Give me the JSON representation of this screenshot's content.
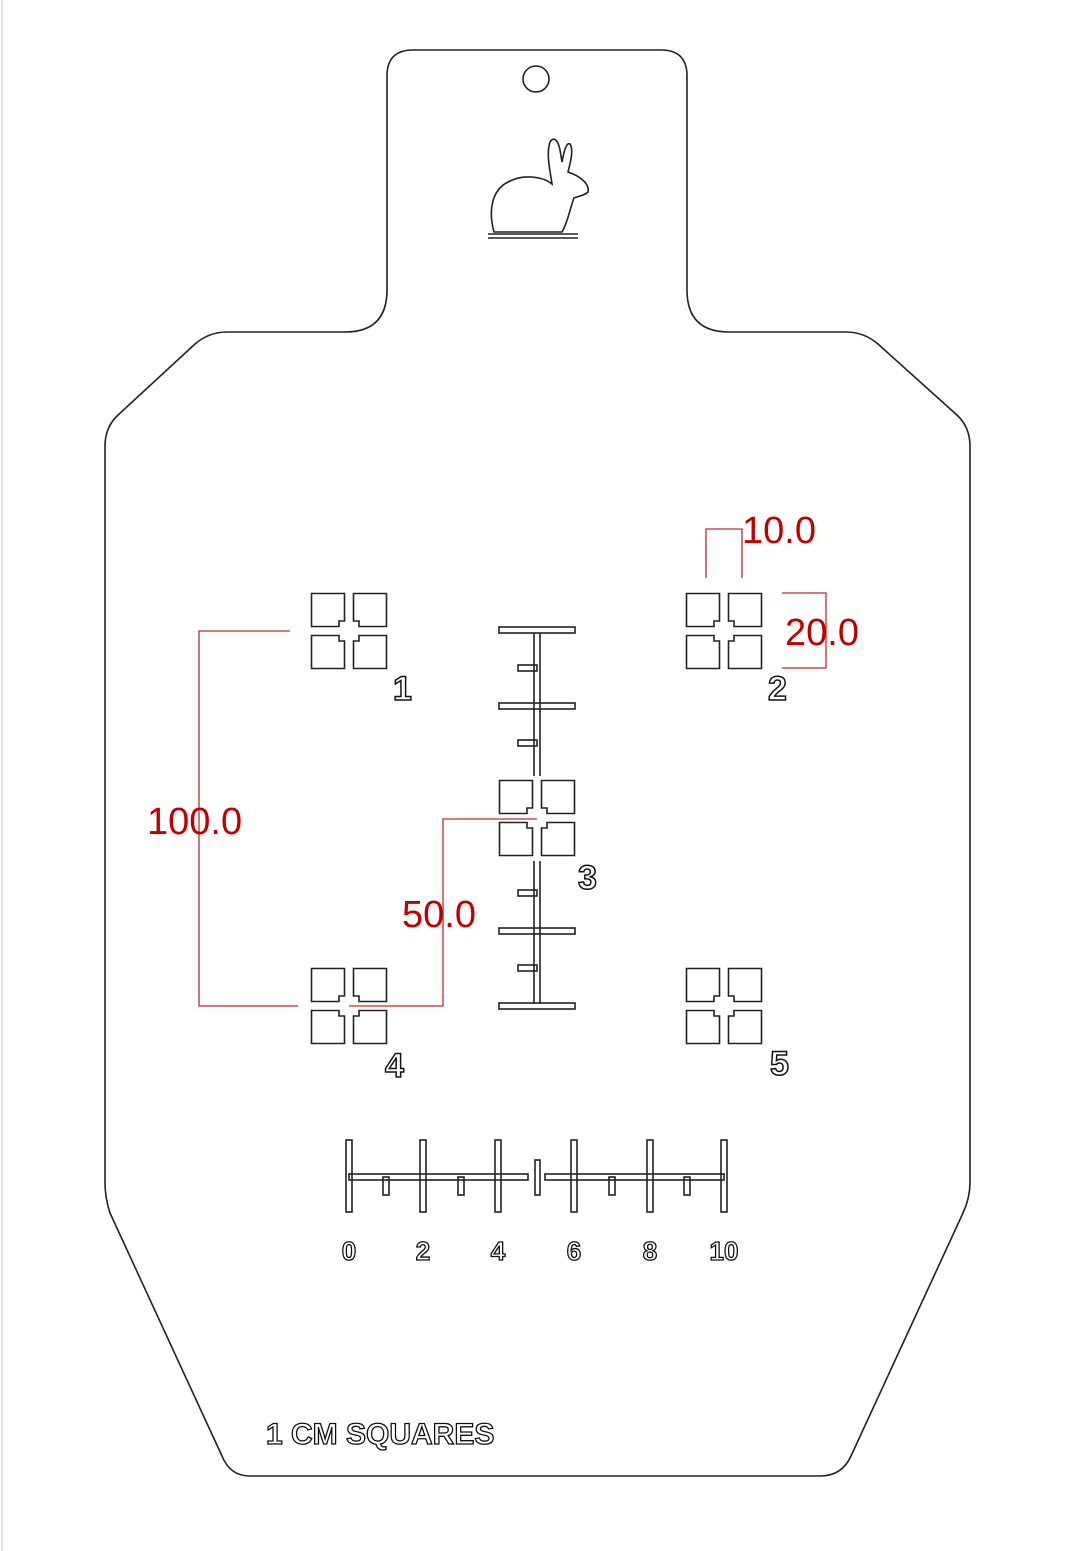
{
  "target": {
    "caption": "1 CM SQUARES",
    "target_numbers": [
      "1",
      "2",
      "3",
      "4",
      "5"
    ],
    "scale_labels": [
      "0",
      "2",
      "4",
      "6",
      "8",
      "10"
    ]
  },
  "dimensions": {
    "box_width": "10.0",
    "box_height": "20.0",
    "vertical_spacing": "100.0",
    "diagonal_offset": "50.0"
  },
  "colors": {
    "outline": "#222222",
    "dimension": "#c00000"
  },
  "icons": {
    "top_icon": "rabbit-icon"
  }
}
